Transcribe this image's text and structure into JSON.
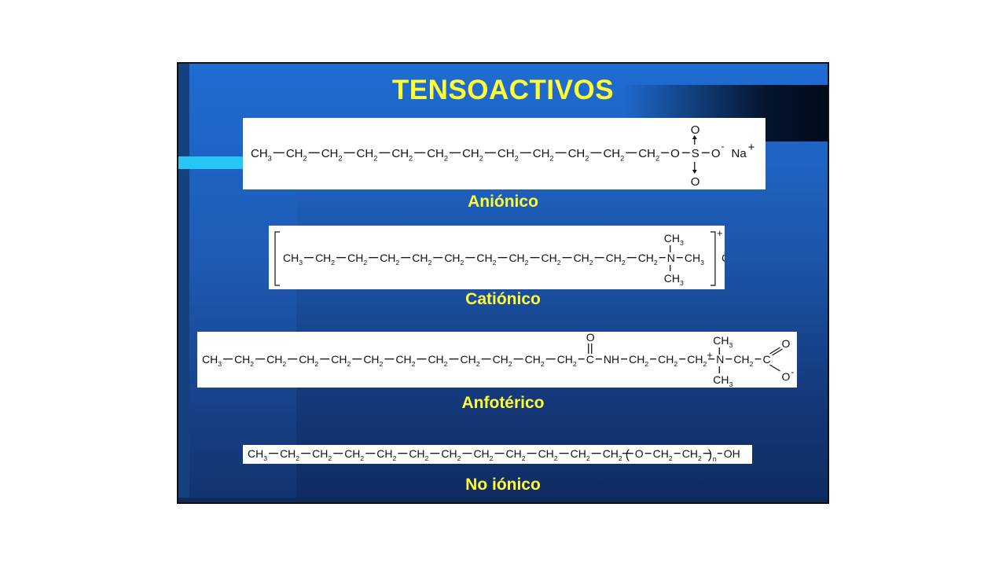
{
  "slide": {
    "title": "TENSOACTIVOS",
    "sections": [
      {
        "caption": "Aniónico",
        "chain": [
          "CH3",
          "CH2",
          "CH2",
          "CH2",
          "CH2",
          "CH2",
          "CH2",
          "CH2",
          "CH2",
          "CH2",
          "CH2",
          "CH2"
        ],
        "head": {
          "o_link": "O",
          "s": "S",
          "o_top": "O",
          "o_bottom": "O",
          "o_minus": "O",
          "counter_ion": "Na"
        }
      },
      {
        "caption": "Catiónico",
        "chain": [
          "CH3",
          "CH2",
          "CH2",
          "CH2",
          "CH2",
          "CH2",
          "CH2",
          "CH2",
          "CH2",
          "CH2",
          "CH2",
          "CH2"
        ],
        "head": {
          "n": "N",
          "methyls": [
            "CH3",
            "CH3",
            "CH3"
          ],
          "counter_ion": "Cl"
        }
      },
      {
        "caption": "Anfotérico",
        "chain": [
          "CH3",
          "CH2",
          "CH2",
          "CH2",
          "CH2",
          "CH2",
          "CH2",
          "CH2",
          "CH2",
          "CH2",
          "CH2",
          "CH2"
        ],
        "head": {
          "c": "C",
          "o_carbonyl": "O",
          "nh": "NH",
          "linker": [
            "CH2",
            "CH2",
            "CH2"
          ],
          "n": "N",
          "methyls": [
            "CH3",
            "CH3"
          ],
          "ch2": "CH2",
          "c_acid": "C",
          "o_double": "O",
          "o_minus": "O"
        }
      },
      {
        "caption": "No iónico",
        "chain": [
          "CH3",
          "CH2",
          "CH2",
          "CH2",
          "CH2",
          "CH2",
          "CH2",
          "CH2",
          "CH2",
          "CH2",
          "CH2",
          "CH2"
        ],
        "head": {
          "o": "O",
          "repeat": [
            "CH2",
            "CH2"
          ],
          "n": "n",
          "oh": "OH"
        }
      }
    ]
  },
  "colors": {
    "caption": "#ffff33",
    "background": "#1e5bb4",
    "accent": "#26c6f5"
  }
}
